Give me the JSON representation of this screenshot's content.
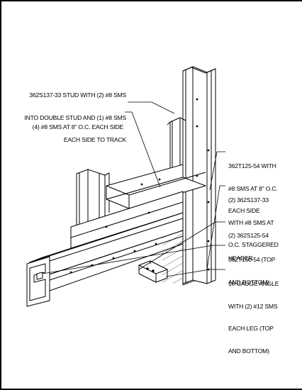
{
  "callouts": {
    "stud_note": {
      "lines": [
        "362S137-33 STUD WITH (2) #8 SMS",
        "INTO DOUBLE STUD AND (1) #8 SMS",
        "EACH SIDE TO TRACK"
      ]
    },
    "sms_note": {
      "lines": [
        "(4) #8 SMS AT 8\" O.C. EACH SIDE"
      ]
    },
    "track_note": {
      "lines": [
        "362T125-54 WITH",
        "#8 SMS AT 8\" O.C.",
        "EACH SIDE"
      ]
    },
    "double_stud_note": {
      "lines": [
        "(2) 362S137-33",
        "WITH #8 SMS AT",
        "O.C. STAGGERED"
      ]
    },
    "header_note": {
      "lines": [
        "(2) 362S125-54",
        "HEADER"
      ]
    },
    "top_bottom_track_note": {
      "lines": [
        "362T150-54 (TOP",
        "AND BOTTOM)"
      ]
    },
    "angle_note": {
      "lines": [
        "16 GAUGE ANGLE",
        "WITH (2) #12 SMS",
        "EACH LEG (TOP",
        "AND BOTTOM)"
      ]
    }
  },
  "colors": {
    "ink": "#000000",
    "paper": "#ffffff"
  }
}
